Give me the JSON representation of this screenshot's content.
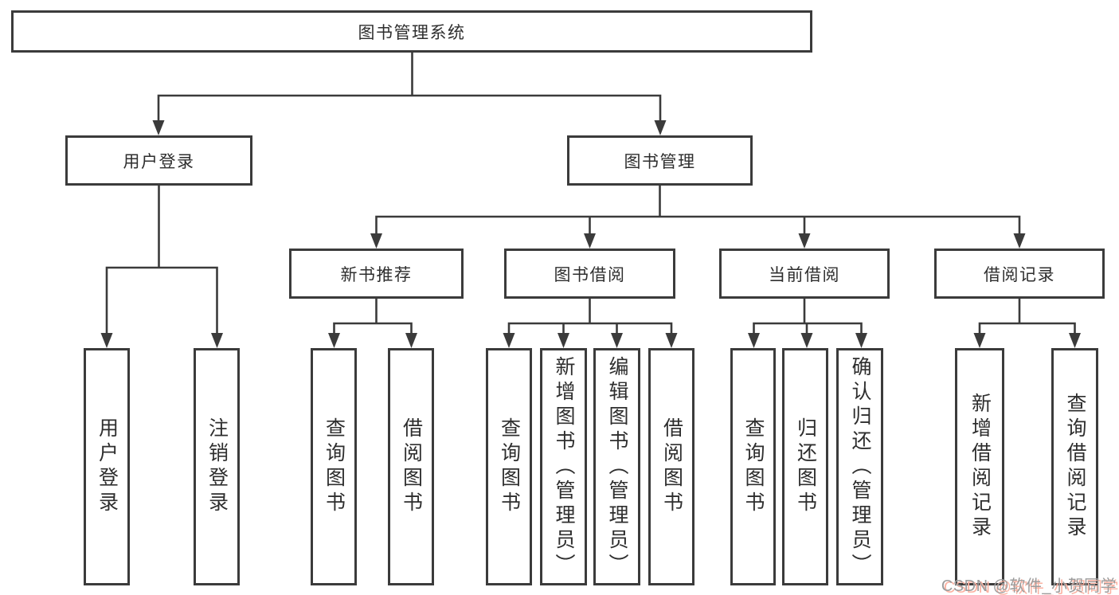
{
  "tree": {
    "label": "图书管理系统",
    "children": [
      {
        "label": "用户登录",
        "children": [
          {
            "label": "用户登录"
          },
          {
            "label": "注销登录"
          }
        ]
      },
      {
        "label": "图书管理",
        "children": [
          {
            "label": "新书推荐",
            "children": [
              {
                "label": "查询图书"
              },
              {
                "label": "借阅图书"
              }
            ]
          },
          {
            "label": "图书借阅",
            "children": [
              {
                "label": "查询图书"
              },
              {
                "label": "新增图书（管理员）"
              },
              {
                "label": "编辑图书（管理员）"
              },
              {
                "label": "借阅图书"
              }
            ]
          },
          {
            "label": "当前借阅",
            "children": [
              {
                "label": "查询图书"
              },
              {
                "label": "归还图书"
              },
              {
                "label": "确认归还（管理员）"
              }
            ]
          },
          {
            "label": "借阅记录",
            "children": [
              {
                "label": "新增借阅记录"
              },
              {
                "label": "查询借阅记录"
              }
            ]
          }
        ]
      }
    ]
  },
  "watermark": {
    "text": "CSDN @软件_小贺同学"
  },
  "colors": {
    "line": "#3b3b3b",
    "box_border": "#3b3b3b",
    "text": "#2e2e2e",
    "background": "#ffffff",
    "watermark_text": "#9c9c9c",
    "watermark_accent": "#fbb2a2"
  }
}
